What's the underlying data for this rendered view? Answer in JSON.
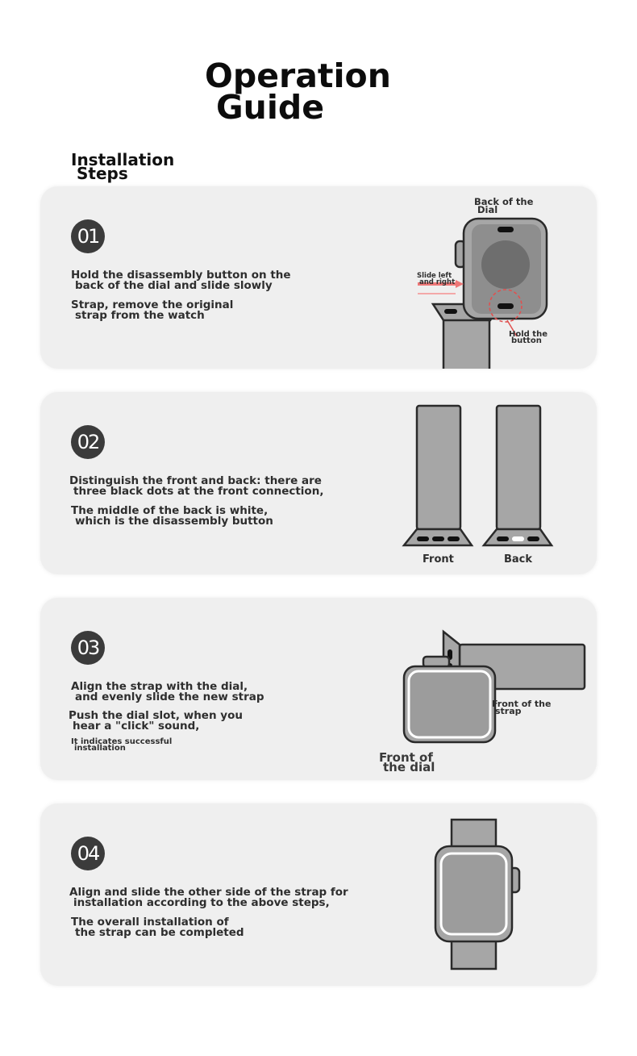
{
  "header": {
    "title_line1": "Operation",
    "title_line2": "Guide",
    "subtitle_line1": "Installation",
    "subtitle_line2": "Steps"
  },
  "steps": [
    {
      "number": "01",
      "text1_line1": "Hold the disassembly button on the",
      "text1_line2": "back of the dial and slide slowly",
      "text2_line1": "Strap, remove the original",
      "text2_line2": "strap from the watch",
      "labels": {
        "back_line1": "Back of the",
        "back_line2": "Dial",
        "slide_line1": "Slide left",
        "slide_line2": "and right",
        "hold_line1": "Hold the",
        "hold_line2": "button"
      }
    },
    {
      "number": "02",
      "text1_line1": "Distinguish the front and back: there are",
      "text1_line2": "three black dots at the front connection,",
      "text2_line1": "The middle of the back is white,",
      "text2_line2": "which is the disassembly button",
      "labels": {
        "front": "Front",
        "back": "Back"
      }
    },
    {
      "number": "03",
      "text1_line1": "Align the strap with the dial,",
      "text1_line2": "and evenly slide the new strap",
      "text2_line1": "Push the dial slot, when you",
      "text2_line2": "hear a \"click\" sound,",
      "text3_line1": "It indicates successful",
      "text3_line2": "installation",
      "labels": {
        "strap_line1": "Front of the",
        "strap_line2": "strap",
        "dial_line1": "Front of",
        "dial_line2": "the dial"
      }
    },
    {
      "number": "04",
      "text1_line1": "Align and slide the other side of the strap for",
      "text1_line2": "installation according to the above steps,",
      "text2_line1": "The overall installation of",
      "text2_line2": "the strap can be completed"
    }
  ],
  "colors": {
    "card": "#efefef",
    "badge": "#3b3b3b",
    "strap": "#a6a6a6",
    "outline": "#2a2a2a",
    "accent_red": "#e0504f"
  }
}
